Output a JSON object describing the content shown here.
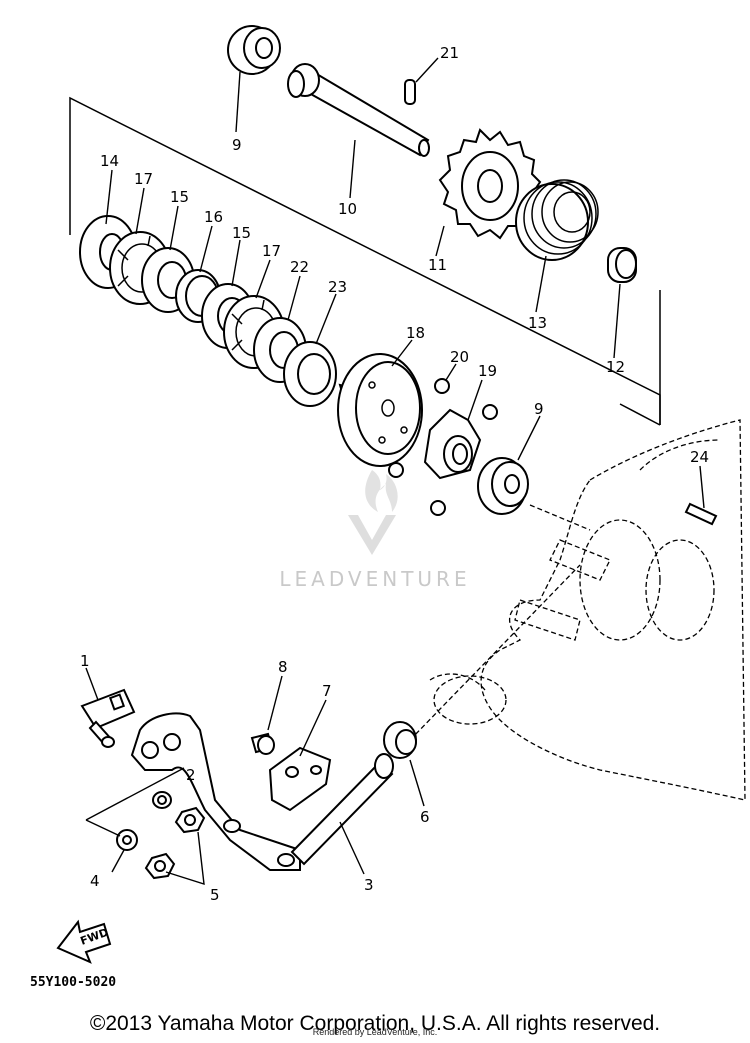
{
  "diagram": {
    "code": "55Y100-5020",
    "fwd_label": "FWD",
    "watermark": "LEADVENTURE",
    "copyright": "©2013 Yamaha Motor Corporation, U.S.A. All rights reserved.",
    "rendered_by": "Rendered by LeadVenture, Inc.",
    "callouts": [
      "1",
      "2",
      "3",
      "4",
      "5",
      "6",
      "7",
      "8",
      "9",
      "9",
      "10",
      "11",
      "12",
      "13",
      "14",
      "15",
      "15",
      "16",
      "17",
      "17",
      "18",
      "19",
      "20",
      "21",
      "22",
      "23",
      "24"
    ]
  }
}
